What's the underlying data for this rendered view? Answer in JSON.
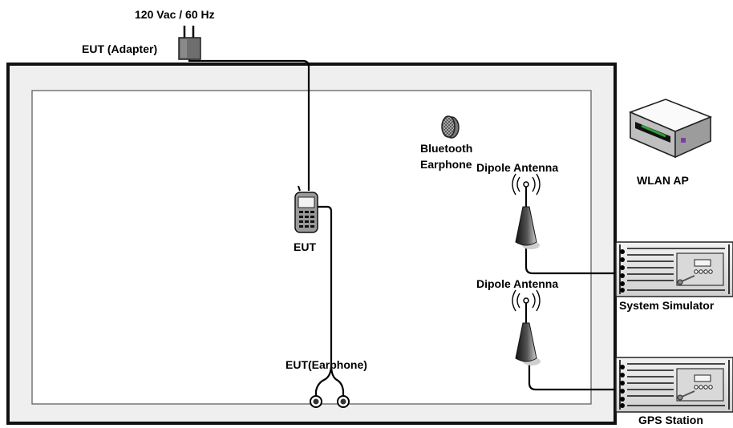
{
  "labels": {
    "power": "120 Vac / 60 Hz",
    "adapter": "EUT (Adapter)",
    "eut": "EUT",
    "eut_earphone": "EUT(Earphone)",
    "bt_line1": "Bluetooth",
    "bt_line2": "Earphone",
    "dipole_top": "Dipole Antenna",
    "dipole_bottom": "Dipole Antenna",
    "wlan": "WLAN AP",
    "simulator": "System Simulator",
    "gps": "GPS Station"
  },
  "colors": {
    "chamber_outer_fill": "#efefef",
    "chamber_border": "#111111",
    "inner_border": "#555555",
    "wire": "#000000",
    "equipment_face": "#d9d9d9",
    "wlan_accent": "#2f9e3a"
  },
  "icons": {
    "adapter": "power-adapter-icon",
    "phone": "mobile-phone-icon",
    "earphone": "wired-earphone-icon",
    "bluetooth": "bluetooth-earphone-icon",
    "antenna": "dipole-antenna-icon",
    "router": "wlan-router-icon",
    "rack": "rack-instrument-icon"
  }
}
